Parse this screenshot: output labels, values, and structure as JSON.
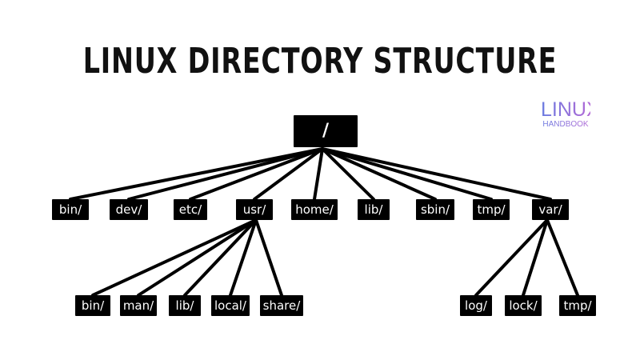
{
  "title": "LINUX DIRECTORY STRUCTURE",
  "logo": {
    "top": "LINUX",
    "bottom": "HANDBOOK"
  },
  "tree": {
    "root": {
      "id": "root",
      "label": "/"
    },
    "level1": [
      {
        "id": "bin",
        "label": "bin/"
      },
      {
        "id": "dev",
        "label": "dev/"
      },
      {
        "id": "etc",
        "label": "etc/"
      },
      {
        "id": "usr",
        "label": "usr/"
      },
      {
        "id": "home",
        "label": "home/"
      },
      {
        "id": "lib",
        "label": "lib/"
      },
      {
        "id": "sbin",
        "label": "sbin/"
      },
      {
        "id": "tmp",
        "label": "tmp/"
      },
      {
        "id": "var",
        "label": "var/"
      }
    ],
    "level2": [
      {
        "id": "usr-bin",
        "label": "bin/",
        "parent": "usr"
      },
      {
        "id": "usr-man",
        "label": "man/",
        "parent": "usr"
      },
      {
        "id": "usr-lib",
        "label": "lib/",
        "parent": "usr"
      },
      {
        "id": "usr-local",
        "label": "local/",
        "parent": "usr"
      },
      {
        "id": "usr-share",
        "label": "share/",
        "parent": "usr"
      },
      {
        "id": "var-log",
        "label": "log/",
        "parent": "var"
      },
      {
        "id": "var-lock",
        "label": "lock/",
        "parent": "var"
      },
      {
        "id": "var-tmp",
        "label": "tmp/",
        "parent": "var"
      }
    ]
  },
  "colors": {
    "node_fill": "#000000",
    "node_text": "#ffffff",
    "edge": "#000000",
    "logo_gradient_start": "#6a7be0",
    "logo_gradient_end": "#b26ad6"
  }
}
